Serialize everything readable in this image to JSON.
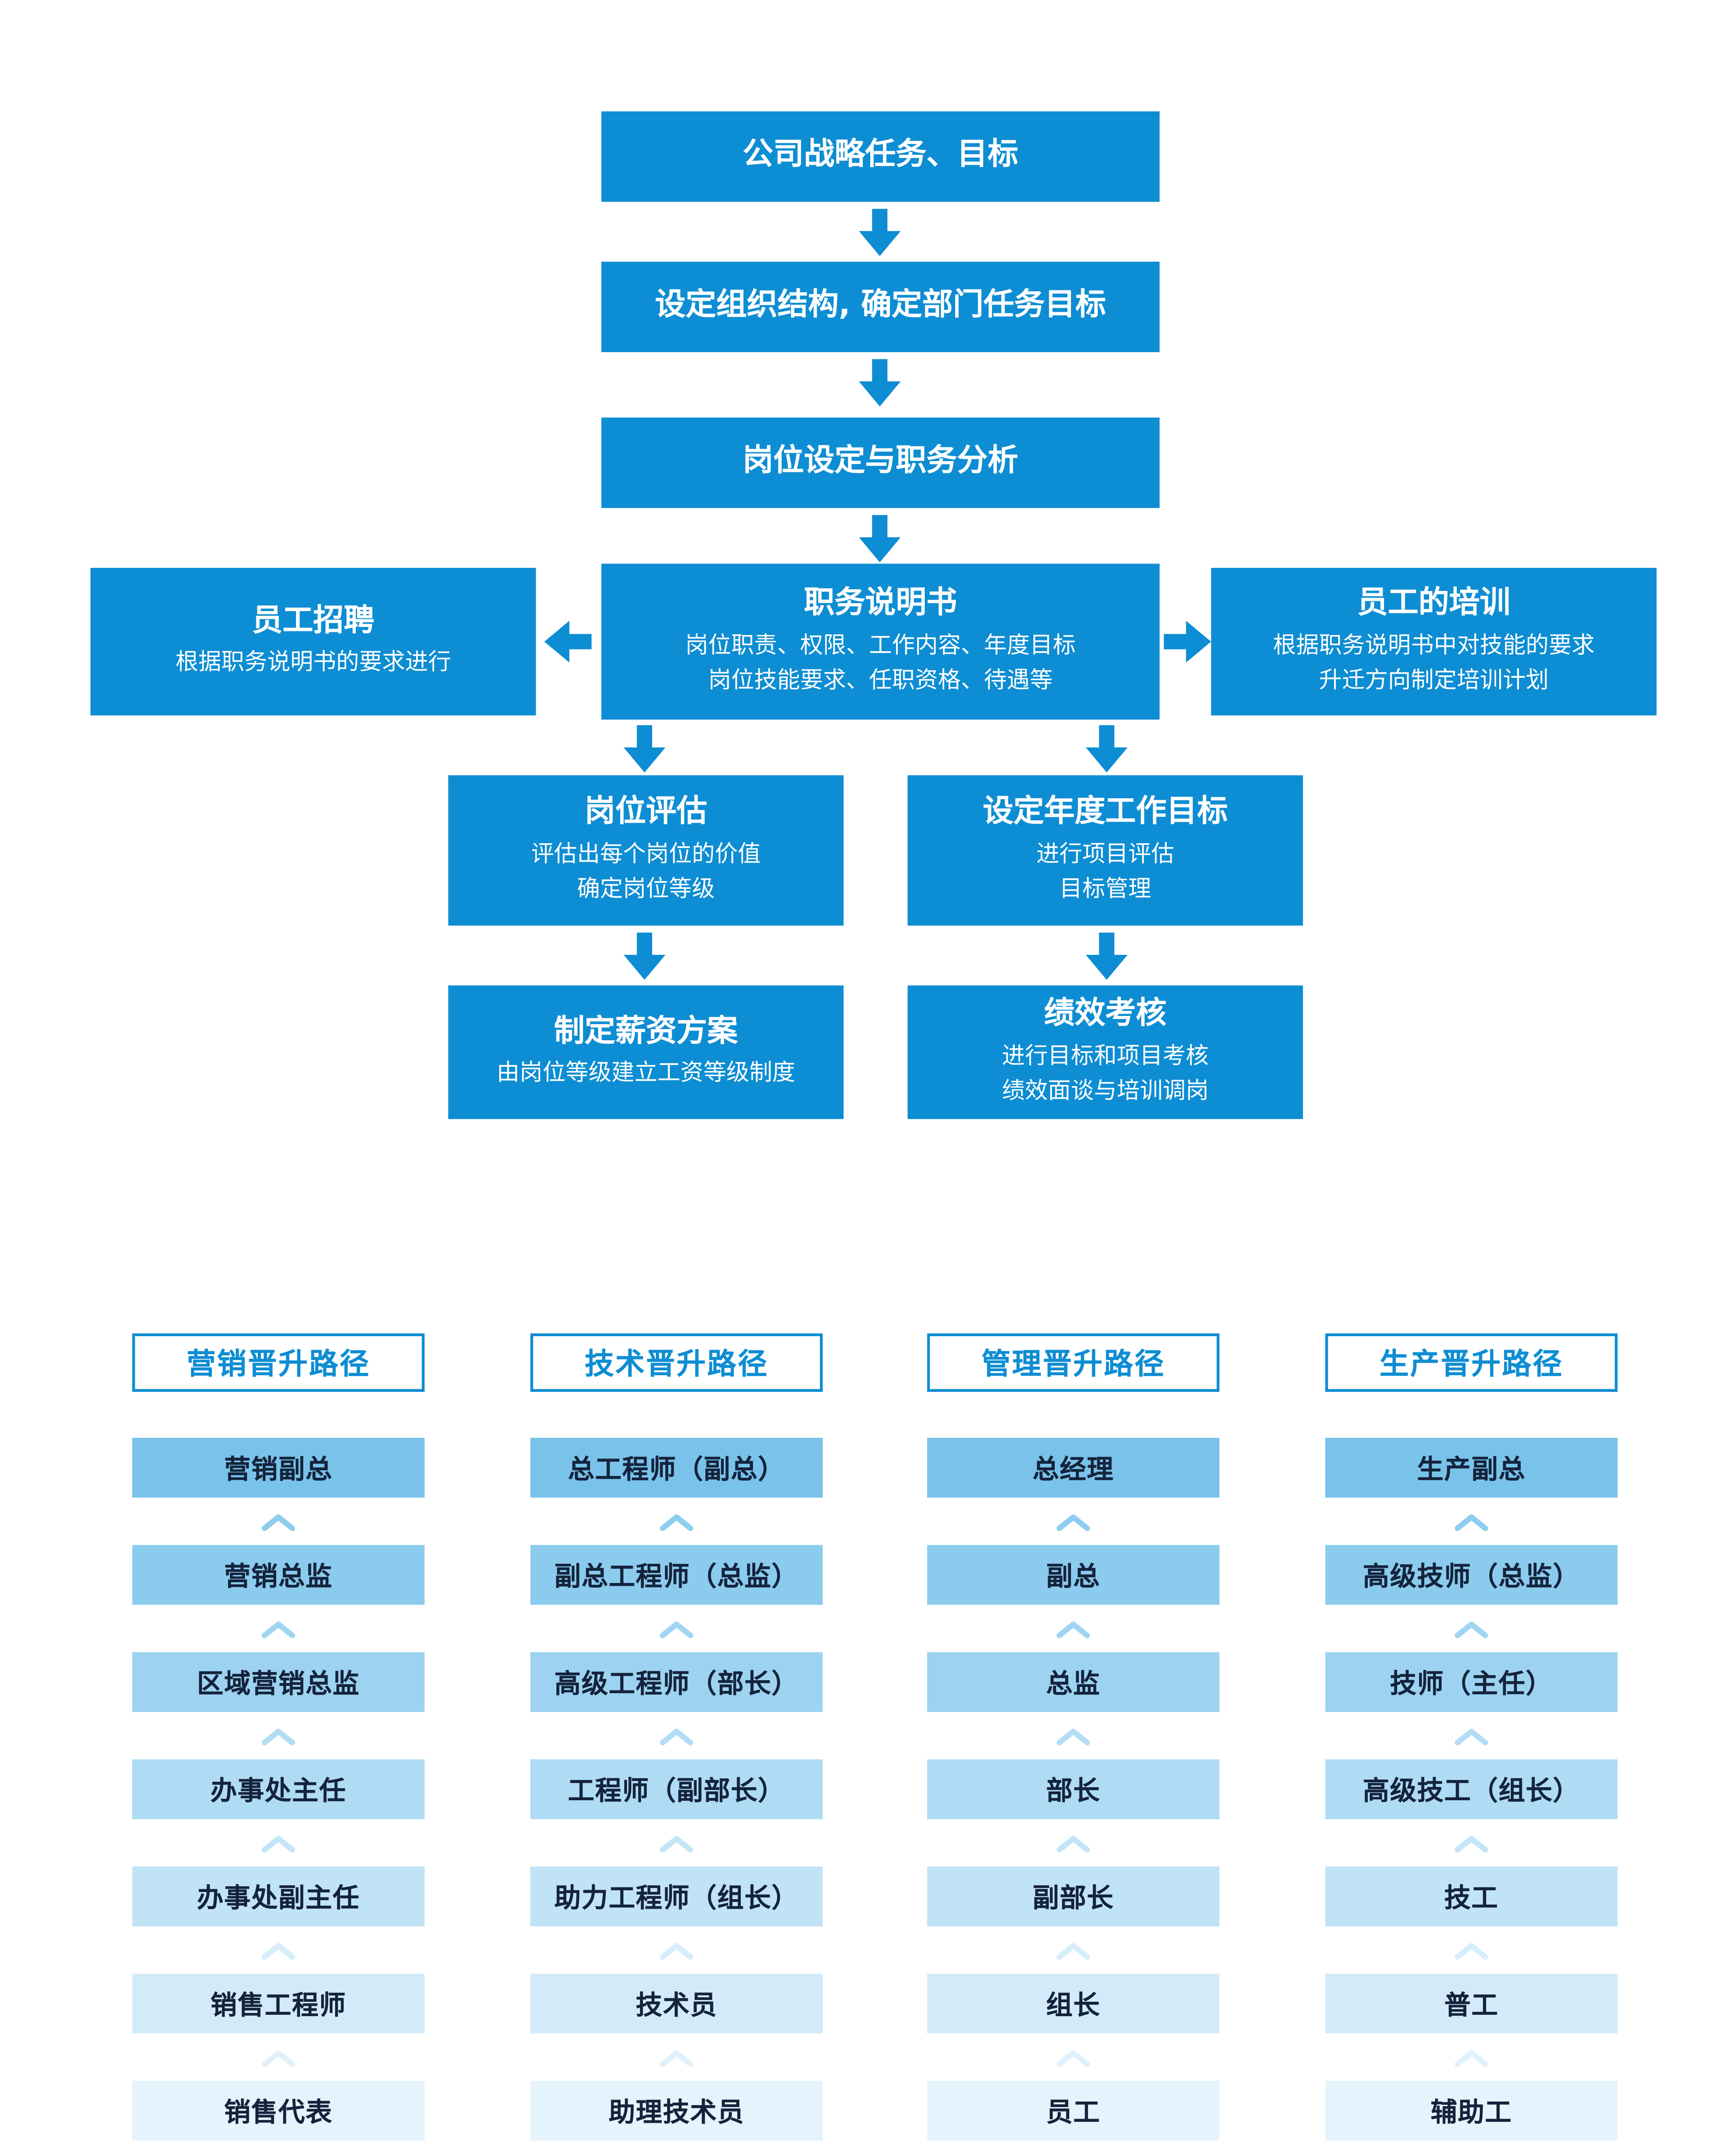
{
  "colors": {
    "primary_blue": "#0D8DD3",
    "box_text": "#FFFFFF",
    "ladder_text": "#14233C",
    "ladder_shades": [
      "#79C3EA",
      "#8BCBEE",
      "#9DD3F1",
      "#AFDBF4",
      "#C1E3F6",
      "#D3EBF9",
      "#E5F3FC"
    ],
    "chevron_shades": [
      "#8ECDEF",
      "#A0D5F2",
      "#B2DDF4",
      "#C4E5F7",
      "#D6EDFA",
      "#E0F1FB"
    ]
  },
  "flowchart": {
    "strategy": {
      "title": "公司战略任务、目标"
    },
    "org_structure": {
      "title": "设定组织结构, 确定部门任务目标"
    },
    "job_analysis": {
      "title": "岗位设定与职务分析"
    },
    "job_description": {
      "title": "职务说明书",
      "line1": "岗位职责、权限、工作内容、年度目标",
      "line2": "岗位技能要求、任职资格、待遇等"
    },
    "recruitment": {
      "title": "员工招聘",
      "line1": "根据职务说明书的要求进行"
    },
    "training": {
      "title": "员工的培训",
      "line1": "根据职务说明书中对技能的要求",
      "line2": "升迁方向制定培训计划"
    },
    "evaluation": {
      "title": "岗位评估",
      "line1": "评估出每个岗位的价值",
      "line2": "确定岗位等级"
    },
    "annual_goals": {
      "title": "设定年度工作目标",
      "line1": "进行项目评估",
      "line2": "目标管理"
    },
    "salary_plan": {
      "title": "制定薪资方案",
      "line1": "由岗位等级建立工资等级制度"
    },
    "performance": {
      "title": "绩效考核",
      "line1": "进行目标和项目考核",
      "line2": "绩效面谈与培训调岗"
    }
  },
  "paths": {
    "marketing": {
      "header": "营销晋升路径",
      "levels": [
        "营销副总",
        "营销总监",
        "区域营销总监",
        "办事处主任",
        "办事处副主任",
        "销售工程师",
        "销售代表"
      ]
    },
    "technical": {
      "header": "技术晋升路径",
      "levels": [
        "总工程师（副总）",
        "副总工程师（总监）",
        "高级工程师（部长）",
        "工程师（副部长）",
        "助力工程师（组长）",
        "技术员",
        "助理技术员"
      ]
    },
    "management": {
      "header": "管理晋升路径",
      "levels": [
        "总经理",
        "副总",
        "总监",
        "部长",
        "副部长",
        "组长",
        "员工"
      ]
    },
    "production": {
      "header": "生产晋升路径",
      "levels": [
        "生产副总",
        "高级技师（总监）",
        "技师（主任）",
        "高级技工（组长）",
        "技工",
        "普工",
        "辅助工"
      ]
    }
  }
}
